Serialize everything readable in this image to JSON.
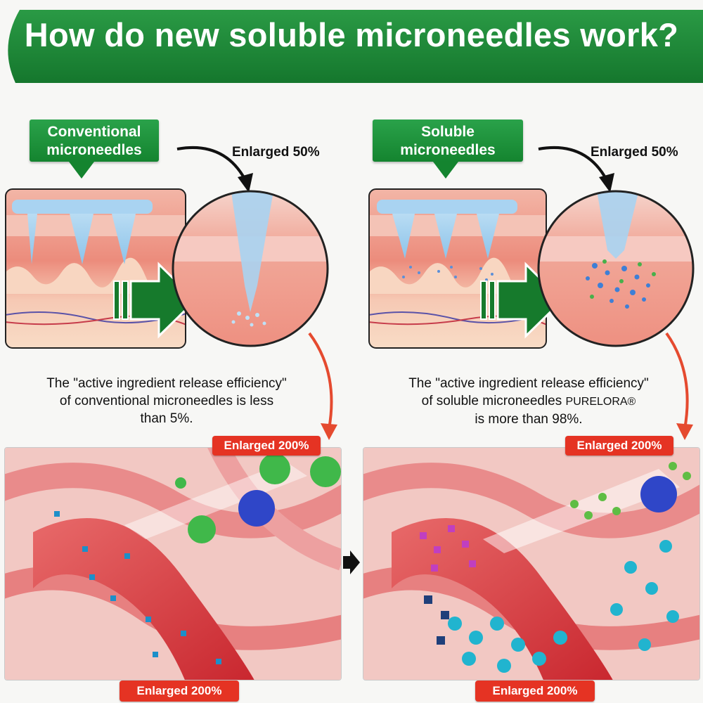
{
  "header": {
    "title": "How do new soluble microneedles work?"
  },
  "colors": {
    "banner_green": "#1f8a3a",
    "arrow_green": "#167a2c",
    "pill_red": "#e53323",
    "curve_red": "#e54a2f"
  },
  "left": {
    "label": "Conventional microneedles",
    "enlarged_top": "Enlarged 50%",
    "desc_line1": "The \"active ingredient release efficiency\"",
    "desc_line2": "of conventional microneedles is less",
    "desc_line3": "than 5%.",
    "enlarged_pill_top": "Enlarged 200%",
    "enlarged_pill_bottom": "Enlarged 200%"
  },
  "right": {
    "label": "Soluble microneedles",
    "enlarged_top": "Enlarged 50%",
    "desc_line1": "The \"active ingredient release efficiency\"",
    "desc_line2a": "of soluble microneedles ",
    "desc_brand": "PURELORA®",
    "desc_line3": "is more than 98%.",
    "enlarged_pill_top": "Enlarged 200%",
    "enlarged_pill_bottom": "Enlarged 200%"
  }
}
